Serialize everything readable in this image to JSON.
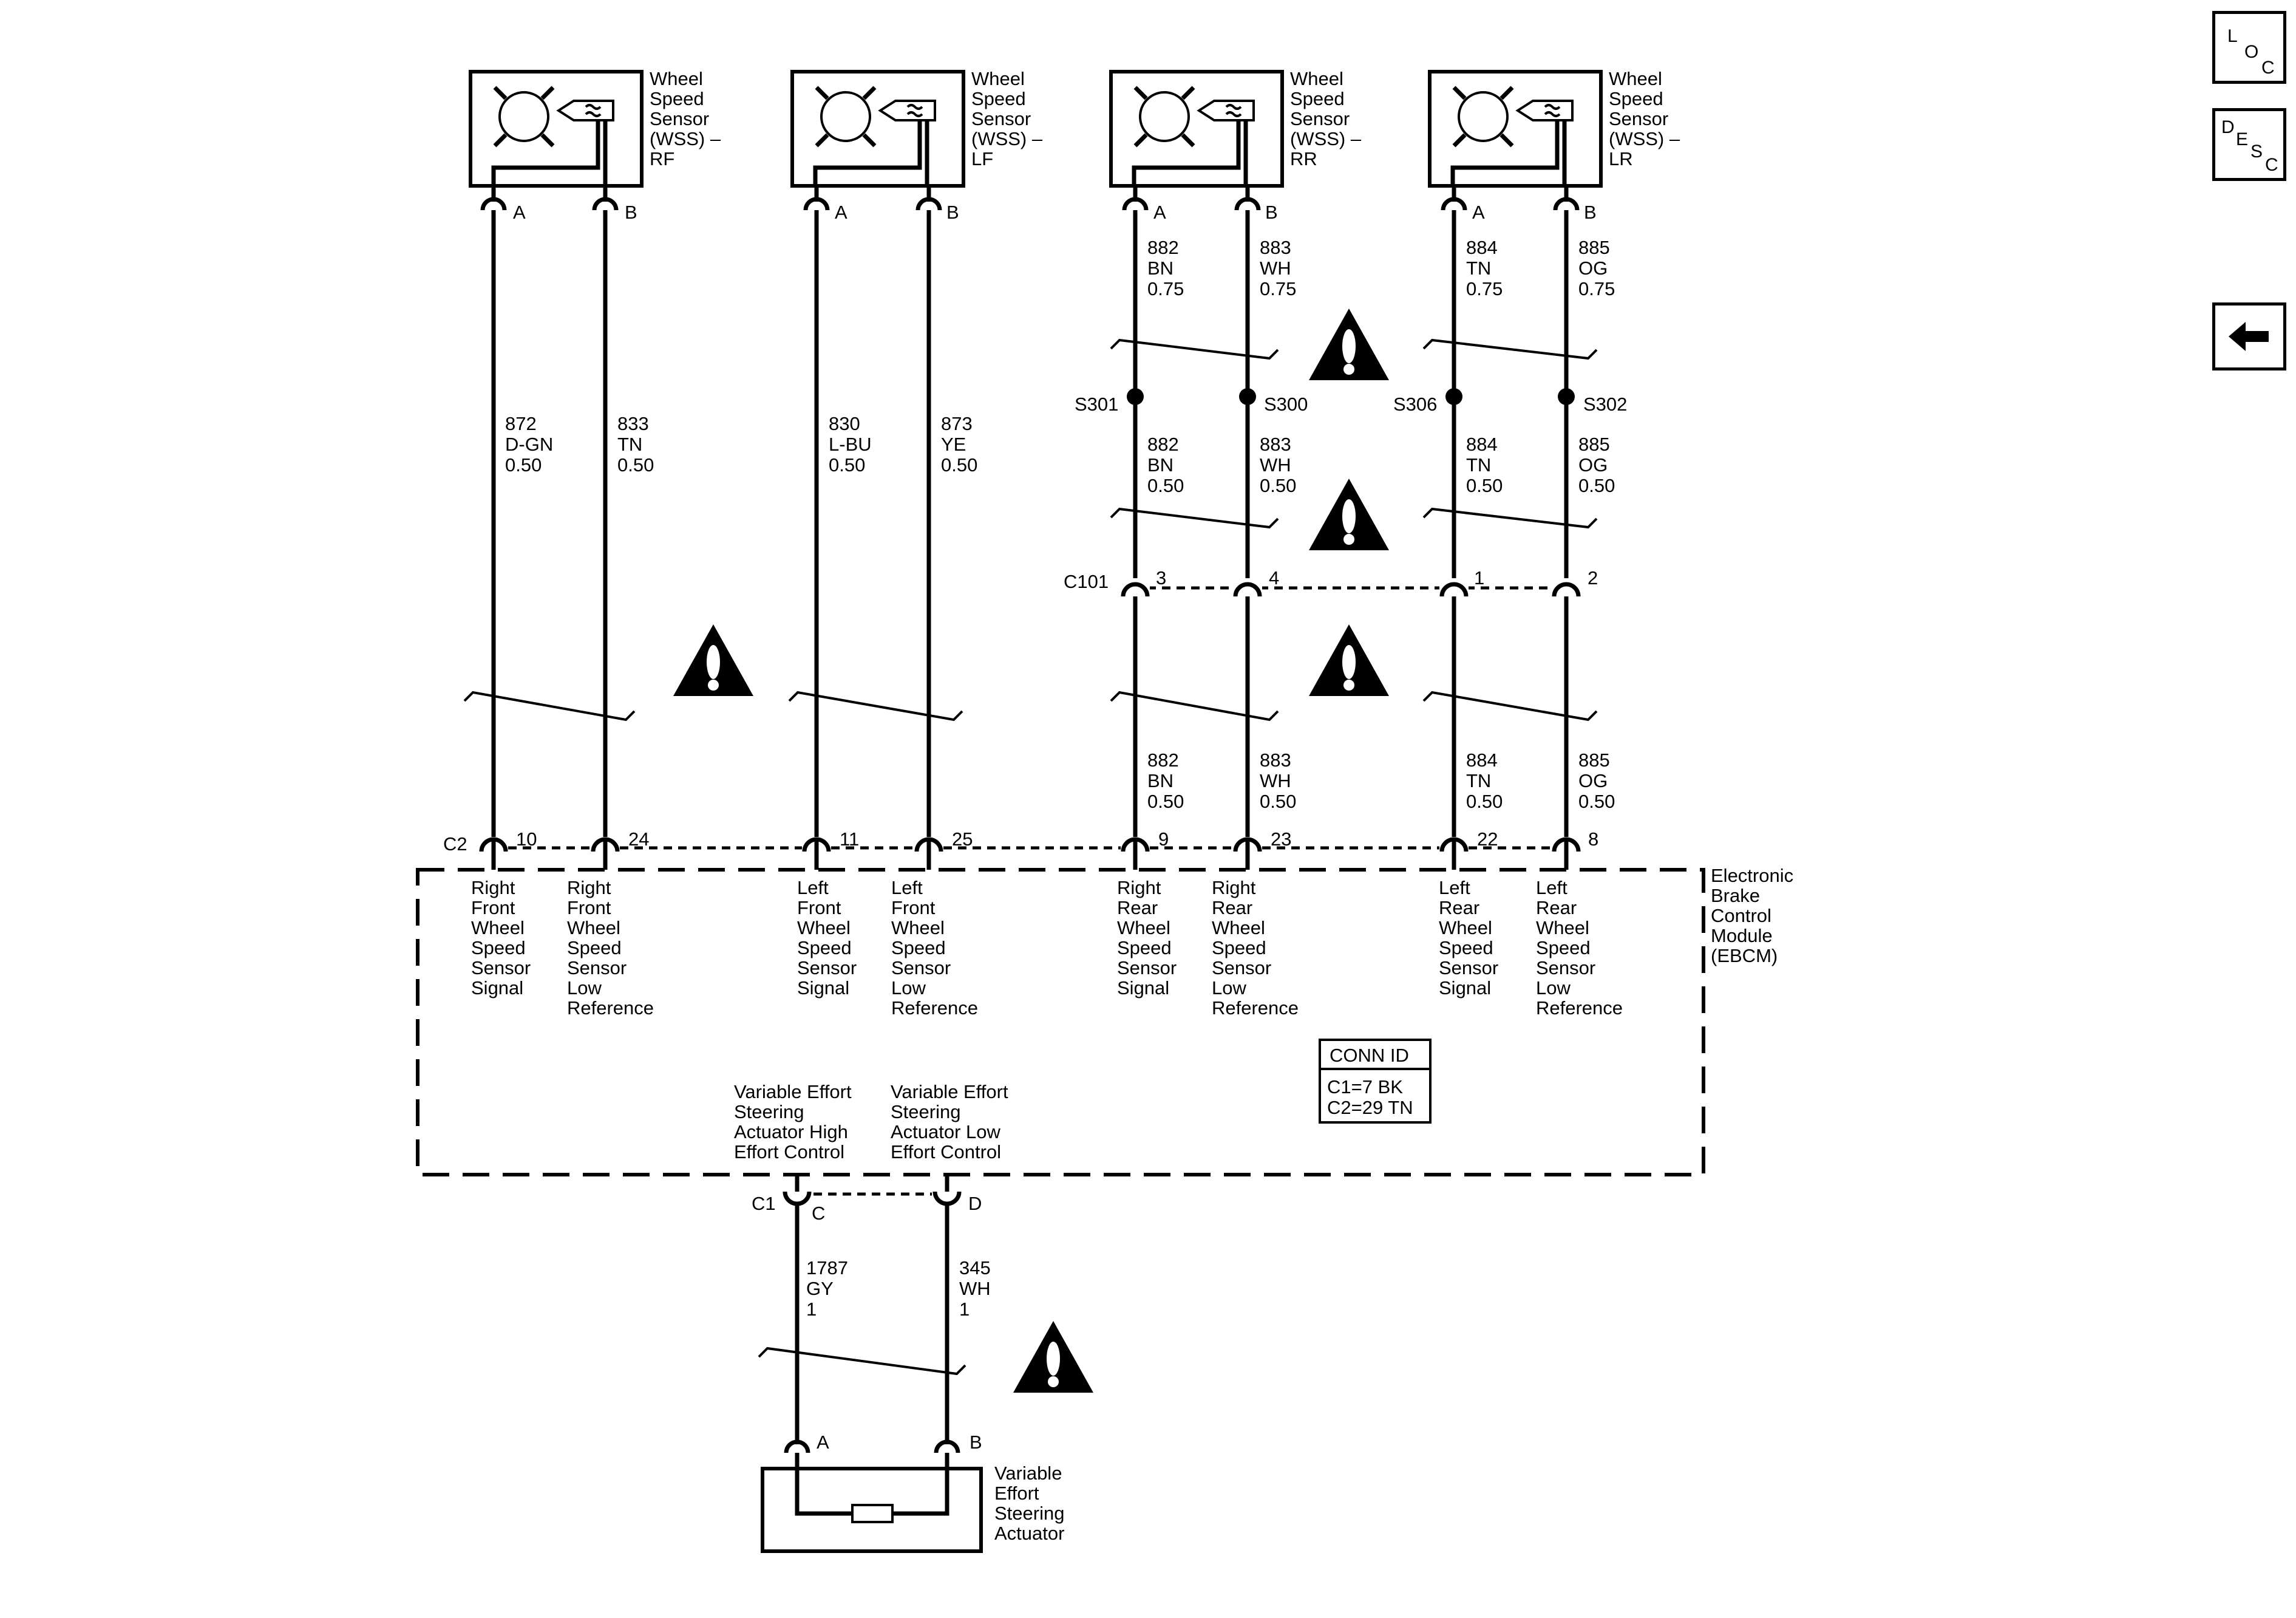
{
  "nav": {
    "loc": [
      "L",
      "O",
      "C"
    ],
    "desc": [
      "D",
      "E",
      "S",
      "C"
    ],
    "back_icon": "left-arrow-icon"
  },
  "sensors": [
    {
      "lines": [
        "Wheel",
        "Speed",
        "Sensor",
        "(WSS) –",
        "RF"
      ],
      "pin_a": "A",
      "pin_b": "B"
    },
    {
      "lines": [
        "Wheel",
        "Speed",
        "Sensor",
        "(WSS) –",
        "LF"
      ],
      "pin_a": "A",
      "pin_b": "B"
    },
    {
      "lines": [
        "Wheel",
        "Speed",
        "Sensor",
        "(WSS) –",
        "RR"
      ],
      "pin_a": "A",
      "pin_b": "B"
    },
    {
      "lines": [
        "Wheel",
        "Speed",
        "Sensor",
        "(WSS) –",
        "LR"
      ],
      "pin_a": "A",
      "pin_b": "B"
    }
  ],
  "wires_front": [
    [
      "872",
      "D-GN",
      "0.50"
    ],
    [
      "833",
      "TN",
      "0.50"
    ],
    [
      "830",
      "L-BU",
      "0.50"
    ],
    [
      "873",
      "YE",
      "0.50"
    ]
  ],
  "wires_rear_top": [
    [
      "882",
      "BN",
      "0.75"
    ],
    [
      "883",
      "WH",
      "0.75"
    ],
    [
      "884",
      "TN",
      "0.75"
    ],
    [
      "885",
      "OG",
      "0.75"
    ]
  ],
  "splices": [
    "S301",
    "S300",
    "S306",
    "S302"
  ],
  "wires_rear_mid": [
    [
      "882",
      "BN",
      "0.50"
    ],
    [
      "883",
      "WH",
      "0.50"
    ],
    [
      "884",
      "TN",
      "0.50"
    ],
    [
      "885",
      "OG",
      "0.50"
    ]
  ],
  "c101": {
    "label": "C101",
    "pins": [
      "3",
      "4",
      "1",
      "2"
    ]
  },
  "wires_rear_low": [
    [
      "882",
      "BN",
      "0.50"
    ],
    [
      "883",
      "WH",
      "0.50"
    ],
    [
      "884",
      "TN",
      "0.50"
    ],
    [
      "885",
      "OG",
      "0.50"
    ]
  ],
  "c2": {
    "label": "C2",
    "pins": [
      "10",
      "24",
      "11",
      "25",
      "9",
      "23",
      "22",
      "8"
    ]
  },
  "ebcm": {
    "lines": [
      "Electronic",
      "Brake",
      "Control",
      "Module",
      "(EBCM)"
    ],
    "signals": [
      [
        "Right",
        "Front",
        "Wheel",
        "Speed",
        "Sensor",
        "Signal"
      ],
      [
        "Right",
        "Front",
        "Wheel",
        "Speed",
        "Sensor",
        "Low",
        "Reference"
      ],
      [
        "Left",
        "Front",
        "Wheel",
        "Speed",
        "Sensor",
        "Signal"
      ],
      [
        "Left",
        "Front",
        "Wheel",
        "Speed",
        "Sensor",
        "Low",
        "Reference"
      ],
      [
        "Right",
        "Rear",
        "Wheel",
        "Speed",
        "Sensor",
        "Signal"
      ],
      [
        "Right",
        "Rear",
        "Wheel",
        "Speed",
        "Sensor",
        "Low",
        "Reference"
      ],
      [
        "Left",
        "Rear",
        "Wheel",
        "Speed",
        "Sensor",
        "Signal"
      ],
      [
        "Left",
        "Rear",
        "Wheel",
        "Speed",
        "Sensor",
        "Low",
        "Reference"
      ]
    ],
    "steering_signals": [
      [
        "Variable Effort",
        "Steering",
        "Actuator High",
        "Effort Control"
      ],
      [
        "Variable Effort",
        "Steering",
        "Actuator Low",
        "Effort Control"
      ]
    ],
    "conn_id": {
      "title": "CONN ID",
      "lines": [
        "C1=7 BK",
        "C2=29 TN"
      ]
    }
  },
  "c1": {
    "label": "C1",
    "pins": [
      "C",
      "D"
    ]
  },
  "wires_steering": [
    [
      "1787",
      "GY",
      "1"
    ],
    [
      "345",
      "WH",
      "1"
    ]
  ],
  "actuator": {
    "lines": [
      "Variable",
      "Effort",
      "Steering",
      "Actuator"
    ],
    "pin_a": "A",
    "pin_b": "B"
  },
  "warning_icon": "caution-triangle-icon"
}
